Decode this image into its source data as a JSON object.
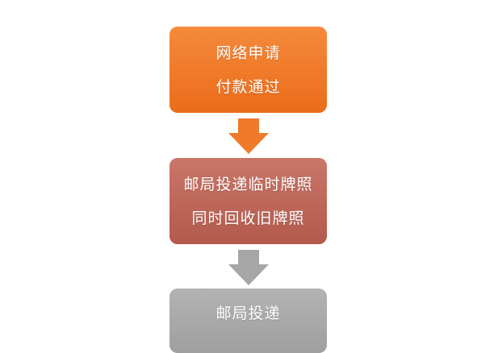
{
  "steps": [
    {
      "lines": [
        "网络申请",
        "付款通过"
      ],
      "color": "#ef7a2a"
    },
    {
      "lines": [
        "邮局投递临时牌照",
        "同时回收旧牌照"
      ],
      "color": "#c06a5c"
    },
    {
      "lines": [
        "邮局投递"
      ],
      "color": "#a9a9a9"
    }
  ],
  "connectors": [
    {
      "icon": "down-arrow-icon",
      "color": "#ef7a2a"
    },
    {
      "icon": "down-arrow-icon",
      "color": "#a6a6a6"
    }
  ]
}
